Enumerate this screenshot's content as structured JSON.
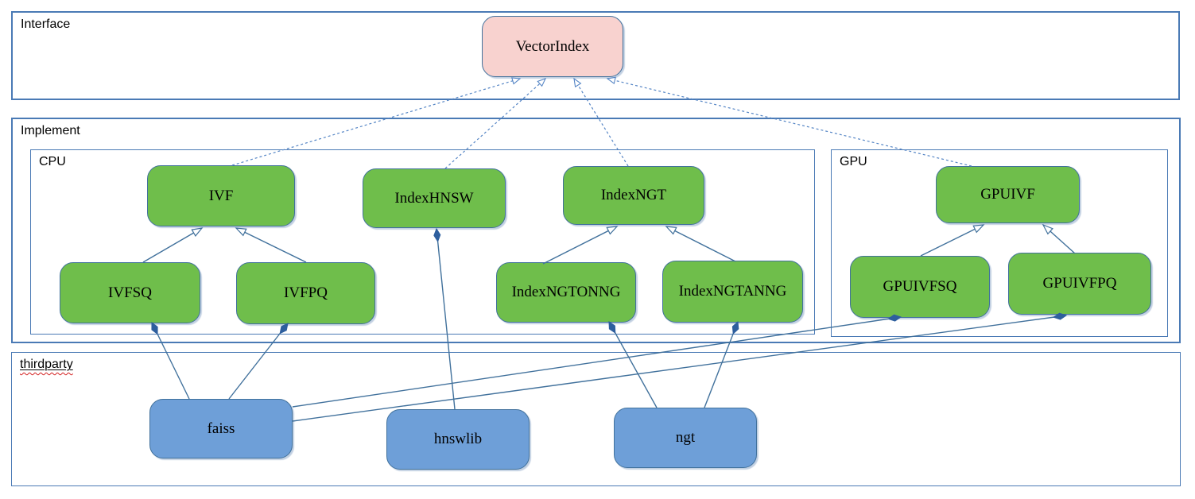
{
  "diagram": {
    "groups": {
      "interface": {
        "label": "Interface"
      },
      "implement": {
        "label": "Implement"
      },
      "cpu": {
        "label": "CPU"
      },
      "gpu": {
        "label": "GPU"
      },
      "thirdparty": {
        "label": "thirdparty"
      }
    },
    "nodes": {
      "vectorindex": {
        "label": "VectorIndex",
        "group": "interface",
        "fill": "#f8d2cf"
      },
      "ivf": {
        "label": "IVF",
        "group": "cpu",
        "fill": "#6fbe4b"
      },
      "indexhnsw": {
        "label": "IndexHNSW",
        "group": "cpu",
        "fill": "#6fbe4b"
      },
      "indexngt": {
        "label": "IndexNGT",
        "group": "cpu",
        "fill": "#6fbe4b"
      },
      "ivfsq": {
        "label": "IVFSQ",
        "group": "cpu",
        "fill": "#6fbe4b"
      },
      "ivfpq": {
        "label": "IVFPQ",
        "group": "cpu",
        "fill": "#6fbe4b"
      },
      "indexngtonng": {
        "label": "IndexNGTONNG",
        "group": "cpu",
        "fill": "#6fbe4b"
      },
      "indexngtanng": {
        "label": "IndexNGTANNG",
        "group": "cpu",
        "fill": "#6fbe4b"
      },
      "gpuivf": {
        "label": "GPUIVF",
        "group": "gpu",
        "fill": "#6fbe4b"
      },
      "gpuivfsq": {
        "label": "GPUIVFSQ",
        "group": "gpu",
        "fill": "#6fbe4b"
      },
      "gpuivfpq": {
        "label": "GPUIVFPQ",
        "group": "gpu",
        "fill": "#6fbe4b"
      },
      "faiss": {
        "label": "faiss",
        "group": "thirdparty",
        "fill": "#6e9fd8"
      },
      "hnswlib": {
        "label": "hnswlib",
        "group": "thirdparty",
        "fill": "#6e9fd8"
      },
      "ngt": {
        "label": "ngt",
        "group": "thirdparty",
        "fill": "#6e9fd8"
      }
    },
    "edges": [
      {
        "from": "ivf",
        "to": "vectorindex",
        "type": "realization-dashed-open-arrow"
      },
      {
        "from": "indexhnsw",
        "to": "vectorindex",
        "type": "realization-dashed-open-arrow"
      },
      {
        "from": "indexngt",
        "to": "vectorindex",
        "type": "realization-dashed-open-arrow"
      },
      {
        "from": "gpuivf",
        "to": "vectorindex",
        "type": "realization-dashed-open-arrow"
      },
      {
        "from": "ivfsq",
        "to": "ivf",
        "type": "generalization-hollow-triangle"
      },
      {
        "from": "ivfpq",
        "to": "ivf",
        "type": "generalization-hollow-triangle"
      },
      {
        "from": "indexngtonng",
        "to": "indexngt",
        "type": "generalization-hollow-triangle"
      },
      {
        "from": "indexngtanng",
        "to": "indexngt",
        "type": "generalization-hollow-triangle"
      },
      {
        "from": "gpuivfsq",
        "to": "gpuivf",
        "type": "generalization-hollow-triangle"
      },
      {
        "from": "gpuivfpq",
        "to": "gpuivf",
        "type": "generalization-hollow-triangle"
      },
      {
        "from": "faiss",
        "to": "ivfsq",
        "type": "composition-filled-diamond"
      },
      {
        "from": "faiss",
        "to": "ivfpq",
        "type": "composition-filled-diamond"
      },
      {
        "from": "hnswlib",
        "to": "indexhnsw",
        "type": "composition-filled-diamond"
      },
      {
        "from": "ngt",
        "to": "indexngtonng",
        "type": "composition-filled-diamond"
      },
      {
        "from": "ngt",
        "to": "indexngtanng",
        "type": "composition-filled-diamond"
      },
      {
        "from": "faiss",
        "to": "gpuivfsq",
        "type": "composition-filled-diamond"
      },
      {
        "from": "faiss",
        "to": "gpuivfpq",
        "type": "composition-filled-diamond"
      }
    ],
    "colors": {
      "interface_node_fill": "#f8d2cf",
      "implement_node_fill": "#6fbe4b",
      "thirdparty_node_fill": "#6e9fd8",
      "node_border": "#41719c",
      "container_border": "#4a7ab5",
      "connector_solid": "#41719c",
      "connector_dashed": "#5585c5",
      "diamond_fill": "#2e5f9e",
      "spellcheck_underline": "#d21e1e"
    }
  }
}
